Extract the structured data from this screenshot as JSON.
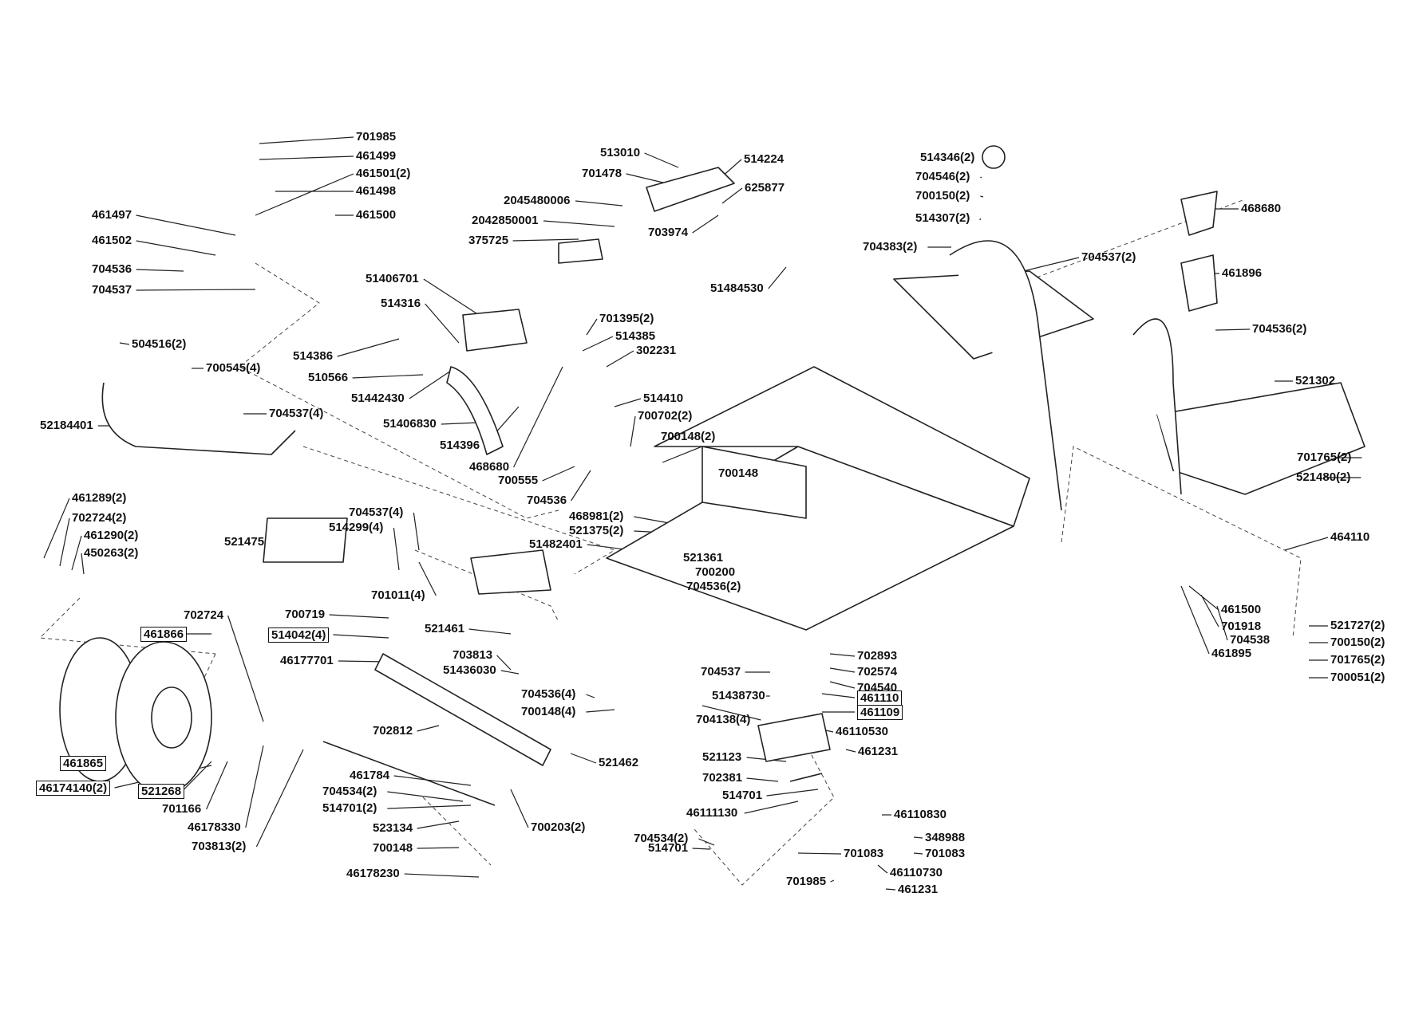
{
  "parts": [
    "701985",
    "461499",
    "461501(2)",
    "461498",
    "461500",
    "461497",
    "461502",
    "704536",
    "704537",
    "504516(2)",
    "700545(4)",
    "704537(4)",
    "52184401",
    "461289(2)",
    "702724(2)",
    "461290(2)",
    "450263(2)",
    "461866",
    "461865",
    "46174140(2)",
    "521268",
    "701166",
    "46178330",
    "702724",
    "703813(2)",
    "513010",
    "701478",
    "514224",
    "625877",
    "2045480006",
    "2042850001",
    "703974",
    "375725",
    "51484530",
    "51406701",
    "514316",
    "514386",
    "510566",
    "51442430",
    "51406830",
    "514396",
    "468680",
    "701395(2)",
    "514385",
    "302231",
    "514410",
    "700702(2)",
    "700148(2)",
    "700555",
    "704536",
    "700148",
    "468981(2)",
    "521375(2)",
    "51482401",
    "521361",
    "700200",
    "704536(2)",
    "521475",
    "704537(4)",
    "514299(4)",
    "701011(4)",
    "700719",
    "514042(4)",
    "46177701",
    "521461",
    "703813",
    "51436030",
    "704536(4)",
    "700148(4)",
    "521462",
    "702812",
    "461784",
    "704534(2)",
    "514701(2)",
    "700203(2)",
    "523134",
    "700148",
    "46178230",
    "514346(2)",
    "704546(2)",
    "700150(2)",
    "514307(2)",
    "704383(2)",
    "704537(2)",
    "468680",
    "461896",
    "704536(2)",
    "521302",
    "701765(2)",
    "521480(2)",
    "464110",
    "461500",
    "701918",
    "704538",
    "461895",
    "521727(2)",
    "700150(2)",
    "701765(2)",
    "700051(2)",
    "702893",
    "702574",
    "704540",
    "461110",
    "461109",
    "704537",
    "51438730",
    "704138(4)",
    "46110530",
    "461231",
    "521123",
    "702381",
    "514701",
    "46111130",
    "704534(2)",
    "514701",
    "46110830",
    "348988",
    "701083",
    "701083",
    "46110730",
    "701985",
    "461231"
  ]
}
